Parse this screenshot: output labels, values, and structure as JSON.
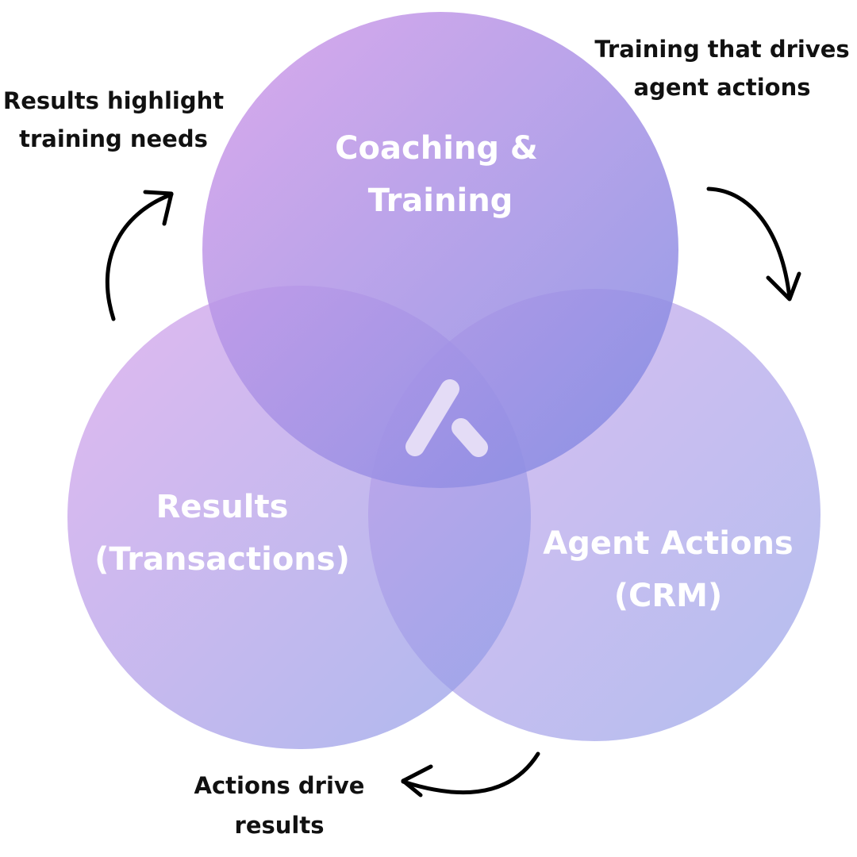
{
  "circles": {
    "coaching": {
      "line1": "Coaching  &",
      "line2": "Training"
    },
    "results": {
      "line1": "Results",
      "line2": "(Transactions)"
    },
    "agent": {
      "line1": "Agent Actions",
      "line2": "(CRM)"
    }
  },
  "captions": {
    "top_right": {
      "line1": "Training that drives",
      "line2": "agent actions"
    },
    "top_left": {
      "line1": "Results highlight",
      "line2": "training needs"
    },
    "bottom": {
      "line1": "Actions drive",
      "line2": "results"
    }
  },
  "colors": {
    "pink": "#d49be9",
    "violet": "#a98ae6",
    "blue": "#7f8be2",
    "label": "#ffffff",
    "caption": "#111111",
    "arrow": "#000000"
  },
  "icons": {
    "center_logo": "logo-mark-icon"
  }
}
